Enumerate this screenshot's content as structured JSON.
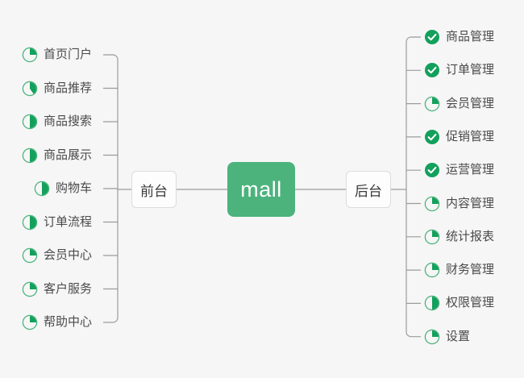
{
  "diagram": {
    "type": "mindmap",
    "title": "mall",
    "background_color": "#f6f6f6",
    "accent_color": "#4cb37d",
    "line_color": "#9b9b9b",
    "text_color": "#4a4a4a"
  },
  "root": {
    "label": "mall"
  },
  "branches": [
    {
      "id": "frontend",
      "label": "前台",
      "side": "left"
    },
    {
      "id": "backend",
      "label": "后台",
      "side": "right"
    }
  ],
  "left_items": [
    {
      "label": "首页门户",
      "icon": "pie-progress-icon",
      "progress": 25
    },
    {
      "label": "商品推荐",
      "icon": "pie-progress-icon",
      "progress": 40
    },
    {
      "label": "商品搜索",
      "icon": "pie-progress-icon",
      "progress": 50
    },
    {
      "label": "商品展示",
      "icon": "pie-progress-icon",
      "progress": 50
    },
    {
      "label": "购物车",
      "icon": "pie-progress-icon",
      "progress": 50
    },
    {
      "label": "订单流程",
      "icon": "pie-progress-icon",
      "progress": 50
    },
    {
      "label": "会员中心",
      "icon": "pie-progress-icon",
      "progress": 25
    },
    {
      "label": "客户服务",
      "icon": "pie-progress-icon",
      "progress": 25
    },
    {
      "label": "帮助中心",
      "icon": "pie-progress-icon",
      "progress": 25
    }
  ],
  "right_items": [
    {
      "label": "商品管理",
      "icon": "check-circle-icon",
      "progress": 100
    },
    {
      "label": "订单管理",
      "icon": "check-circle-icon",
      "progress": 100
    },
    {
      "label": "会员管理",
      "icon": "pie-progress-icon",
      "progress": 25
    },
    {
      "label": "促销管理",
      "icon": "check-circle-icon",
      "progress": 100
    },
    {
      "label": "运营管理",
      "icon": "check-circle-icon",
      "progress": 100
    },
    {
      "label": "内容管理",
      "icon": "pie-progress-icon",
      "progress": 25
    },
    {
      "label": "统计报表",
      "icon": "pie-progress-icon",
      "progress": 25
    },
    {
      "label": "财务管理",
      "icon": "pie-progress-icon",
      "progress": 25
    },
    {
      "label": "权限管理",
      "icon": "pie-progress-icon",
      "progress": 50
    },
    {
      "label": "设置",
      "icon": "pie-progress-icon",
      "progress": 25
    }
  ]
}
